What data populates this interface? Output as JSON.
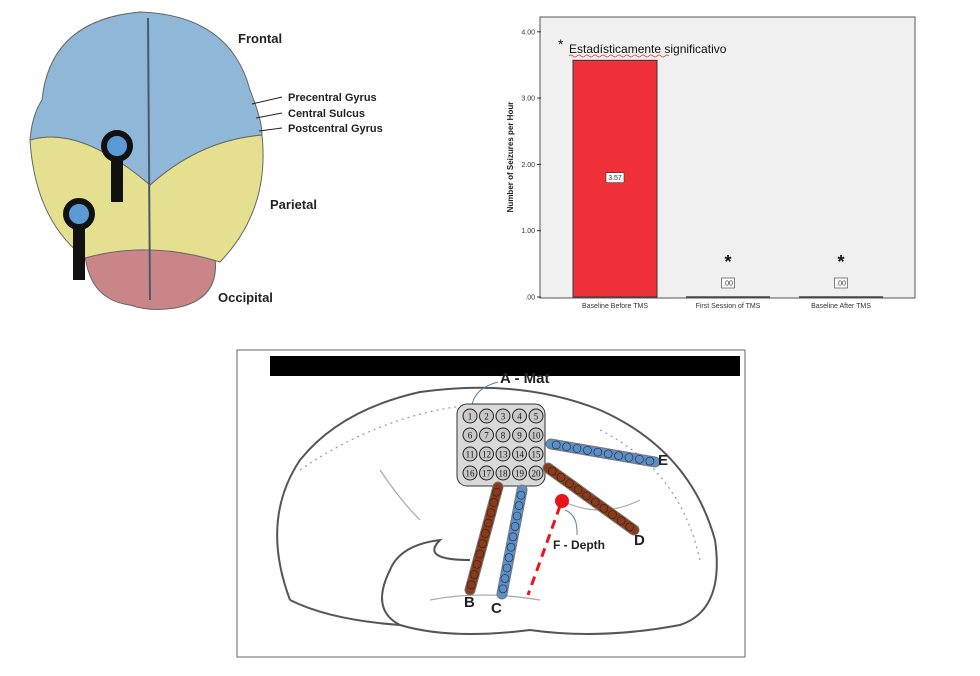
{
  "brain_top": {
    "labels": {
      "frontal": "Frontal",
      "precentral": "Precentral Gyrus",
      "central": "Central Sulcus",
      "postcentral": "Postcentral Gyrus",
      "parietal": "Parietal",
      "occipital": "Occipital"
    },
    "colors": {
      "frontal": "#8fb8d8",
      "parietal": "#e4e08f",
      "occipital": "#c98588",
      "coil": "#5b9bd5"
    }
  },
  "chart_data": {
    "type": "bar",
    "title": "",
    "annotation": "Estadísticamente significativo",
    "annotation_marker": "*",
    "categories": [
      "Baseline Before TMS",
      "First Session of TMS",
      "Baseline After TMS"
    ],
    "values": [
      3.57,
      0.0,
      0.0
    ],
    "value_labels": [
      "3.57",
      ".00",
      ".00"
    ],
    "significant": [
      false,
      true,
      true
    ],
    "significance_marker": "*",
    "xlabel": "",
    "ylabel": "Number of Seizures per Hour",
    "ylim": [
      0,
      4.2
    ],
    "yticks": [
      0,
      1,
      2,
      3,
      4
    ],
    "ytick_labels": [
      ".00",
      "1.00",
      "2.00",
      "3.00",
      "4.00"
    ],
    "grid": false,
    "bar_color": "#ef3038",
    "background": "#f0f0f0"
  },
  "electrode_diagram": {
    "labels": {
      "mat": "A - Mat",
      "b": "B",
      "c": "C",
      "d": "D",
      "e": "E",
      "depth": "F - Depth"
    },
    "mat_contacts": [
      "1",
      "2",
      "3",
      "4",
      "5",
      "6",
      "7",
      "8",
      "9",
      "10",
      "11",
      "12",
      "13",
      "14",
      "15",
      "16",
      "17",
      "18",
      "19",
      "20"
    ],
    "colors": {
      "brown": "#8b3a1a",
      "blue": "#5b8fc9",
      "depth": "#e8141c"
    }
  }
}
